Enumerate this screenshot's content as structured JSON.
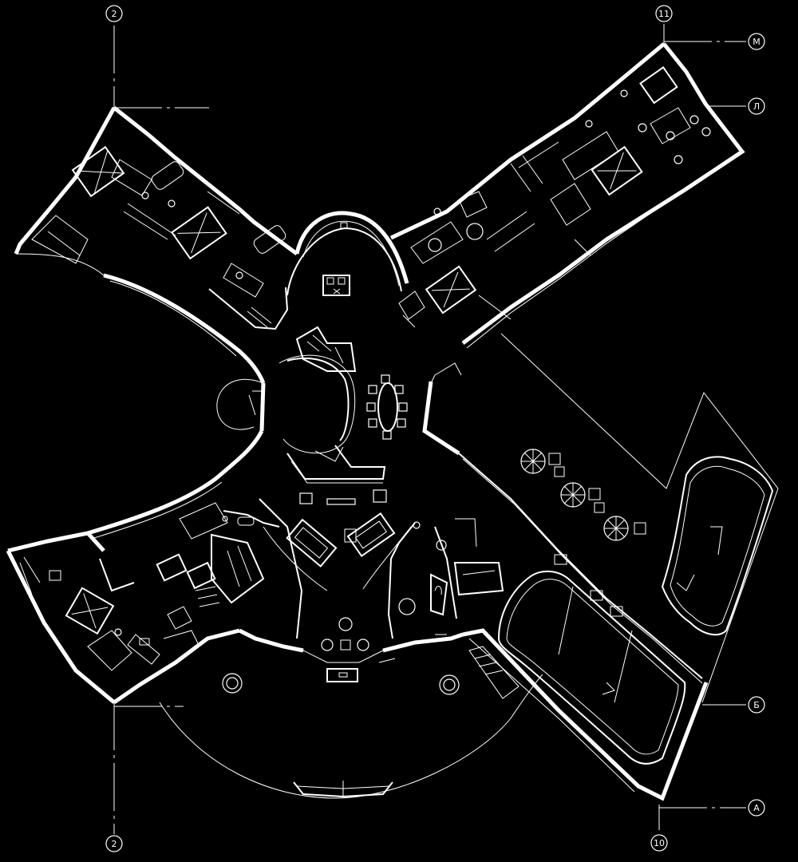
{
  "axes": {
    "top_left": "2",
    "bottom_left": "2",
    "top_right": "11",
    "bottom_right": "10",
    "m": "М",
    "l": "Л",
    "b": "Б",
    "a": "А"
  },
  "colors": {
    "background": "#000000",
    "lines": "#ffffff"
  }
}
